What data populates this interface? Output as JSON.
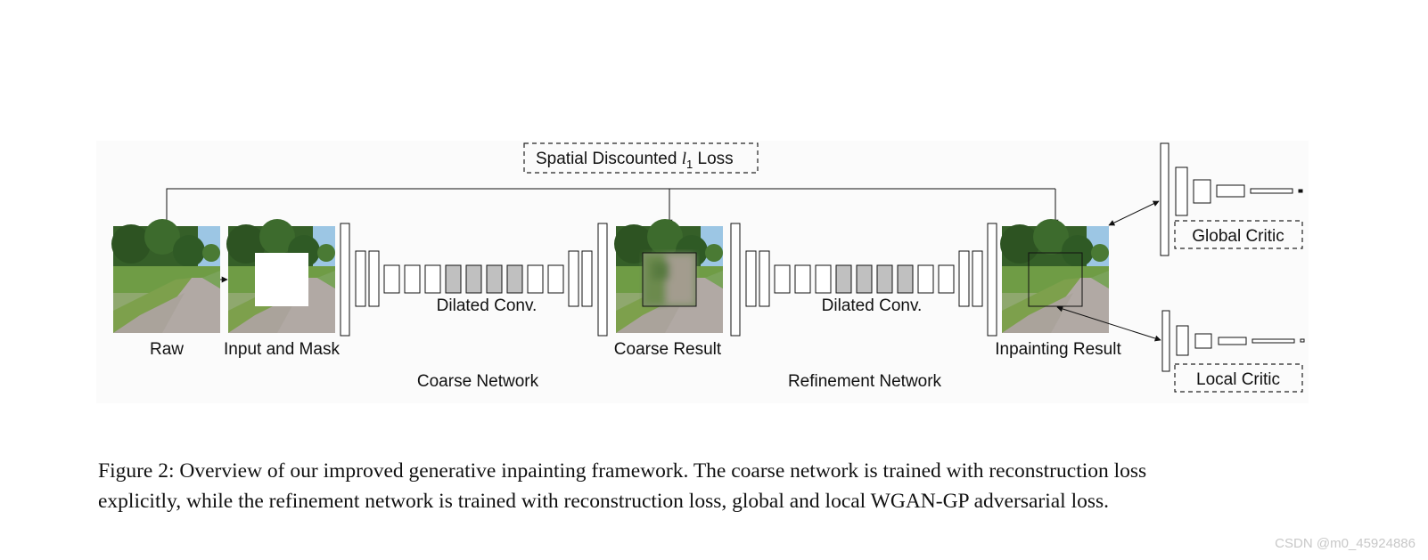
{
  "diagram": {
    "loss_box_label": "Spatial Discounted",
    "loss_symbol": "l",
    "loss_subscript": "1",
    "loss_suffix": "Loss",
    "image_labels": {
      "raw": "Raw",
      "input_mask": "Input and Mask",
      "coarse_result": "Coarse Result",
      "inpainting_result": "Inpainting Result"
    },
    "dilated_label_1": "Dilated Conv.",
    "dilated_label_2": "Dilated Conv.",
    "network_labels": {
      "coarse": "Coarse Network",
      "refinement": "Refinement Network"
    },
    "critics": {
      "global": "Global Critic",
      "local": "Local Critic"
    },
    "colors": {
      "dilated_block": "#c0c0c0",
      "sky": "#9cc6e4",
      "foliage": "#3c6a2c",
      "grass": "#6f9c45",
      "road": "#b1a9a4"
    }
  },
  "caption": {
    "line1": "Figure 2: Overview of our improved generative inpainting framework. The coarse network is trained with reconstruction loss",
    "line2": "explicitly, while the refinement network is trained with reconstruction loss, global and local WGAN-GP adversarial loss."
  },
  "watermark": "CSDN @m0_45924886"
}
